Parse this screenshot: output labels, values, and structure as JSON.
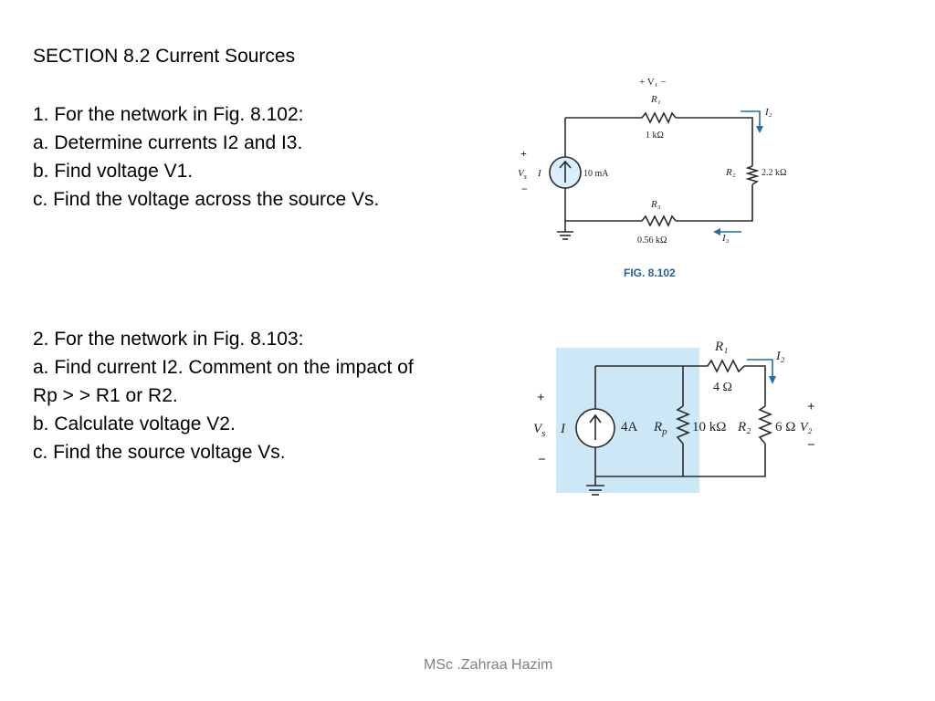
{
  "slide": {
    "title": "SECTION 8.2 Current Sources",
    "problem1": [
      "1. For the network in Fig. 8.102:",
      "a. Determine currents I2 and I3.",
      "b. Find voltage V1.",
      "c. Find the voltage across the source Vs."
    ],
    "problem2": [
      "2. For the network in Fig. 8.103:",
      "a. Find current I2. Comment on the impact of",
      "Rp > > R1 or R2.",
      "b. Calculate voltage V2.",
      "c. Find the source voltage Vs."
    ],
    "footer": "MSc .Zahraa Hazim"
  },
  "fig102": {
    "caption": "FIG. 8.102",
    "v1": "+ V₁ −",
    "r1": "R₁",
    "r1_value": "1 kΩ",
    "i2": "I₂",
    "r2": "R₂",
    "r2_value": "2.2 kΩ",
    "r3": "R₃",
    "r3_value": "0.56 kΩ",
    "i3": "I₃",
    "source_value": "10 mA",
    "vs": "V",
    "vs_sub": "s",
    "i": "I",
    "plus": "+",
    "minus": "−"
  },
  "fig103": {
    "r1": "R₁",
    "r1_value": "4 Ω",
    "i2": "I₂",
    "source_value": "4A",
    "rp": "R",
    "rp_sub": "p",
    "rp_value": "10 kΩ",
    "r2": "R₂",
    "r2_value": "6 Ω",
    "v2": "V₂",
    "vs": "V",
    "vs_sub": "s",
    "i": "I",
    "plus": "+",
    "minus": "−",
    "highlight_color": "#cce8f7"
  }
}
